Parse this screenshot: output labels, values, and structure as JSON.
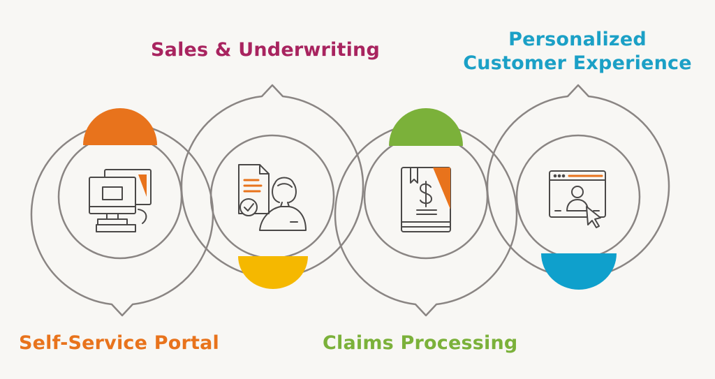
{
  "steps": [
    {
      "title": "Self-Service Portal",
      "icon": "computer-icon",
      "accent": "#e8731c"
    },
    {
      "title": "Sales & Underwriting",
      "icon": "document-person-check-icon",
      "accent": "#f5b800"
    },
    {
      "title": "Claims Processing",
      "icon": "dollar-book-icon",
      "accent": "#7bb13a"
    },
    {
      "title_lines": [
        "Personalized",
        "Customer Experience"
      ],
      "icon": "browser-user-cursor-icon",
      "accent": "#0fa0cc"
    }
  ],
  "colors": {
    "outline": "#8a8583",
    "sales_title": "#a8245f",
    "personalized_title": "#1ba0c6",
    "self_service_title": "#e8731c",
    "claims_title": "#7bb13a",
    "background": "#f8f7f4"
  }
}
